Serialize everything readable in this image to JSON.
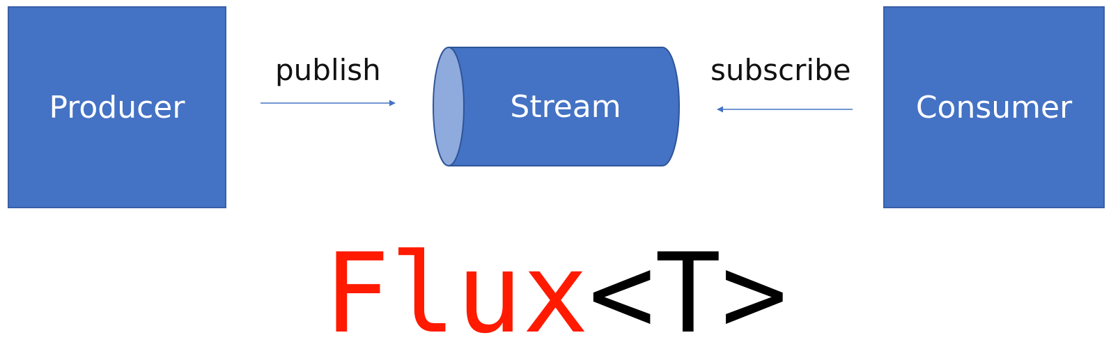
{
  "nodes": {
    "producer": "Producer",
    "stream": "Stream",
    "consumer": "Consumer"
  },
  "edges": {
    "publish": "publish",
    "subscribe": "subscribe"
  },
  "title": {
    "flux": "Flux",
    "generic": "<T>"
  },
  "colors": {
    "box_fill": "#4472c4",
    "box_border": "#3a5fa8",
    "stream_cap": "#8faadc",
    "arrow": "#4472c4",
    "flux_text": "#ff1a00",
    "generic_text": "#000000"
  }
}
